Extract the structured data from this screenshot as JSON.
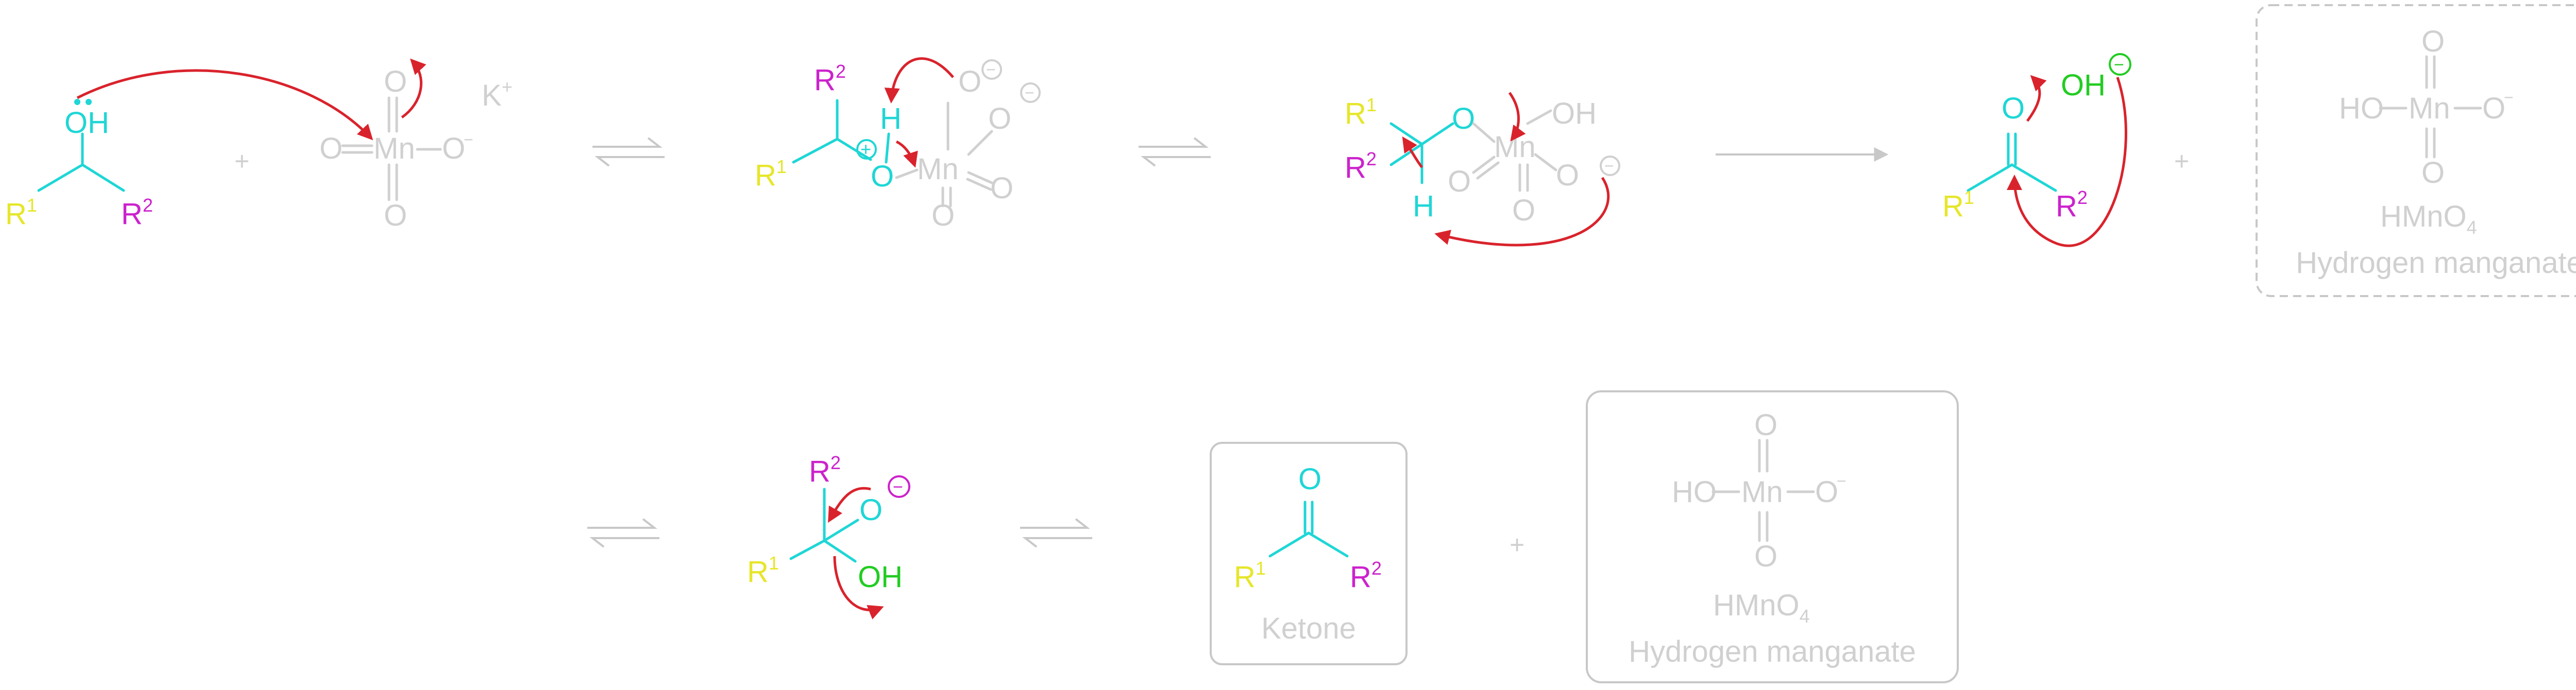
{
  "colors": {
    "r1": "#e6e62a",
    "r2": "#cc22cc",
    "cyan": "#1fd6d6",
    "green": "#22cc22",
    "grey": "#d0d0d0",
    "red": "#d9232c"
  },
  "labels": {
    "R": "R",
    "one": "1",
    "two": "2",
    "OH": "OH",
    "H": "H",
    "O": "O",
    "Mn": "Mn",
    "K": "K",
    "plus": "+",
    "minus": "−",
    "four": "4",
    "HO_Mn_O": "HO",
    "HMnO": "HMnO",
    "hydrogen_manganate": "Hydrogen manganate",
    "ketone": "Ketone"
  }
}
